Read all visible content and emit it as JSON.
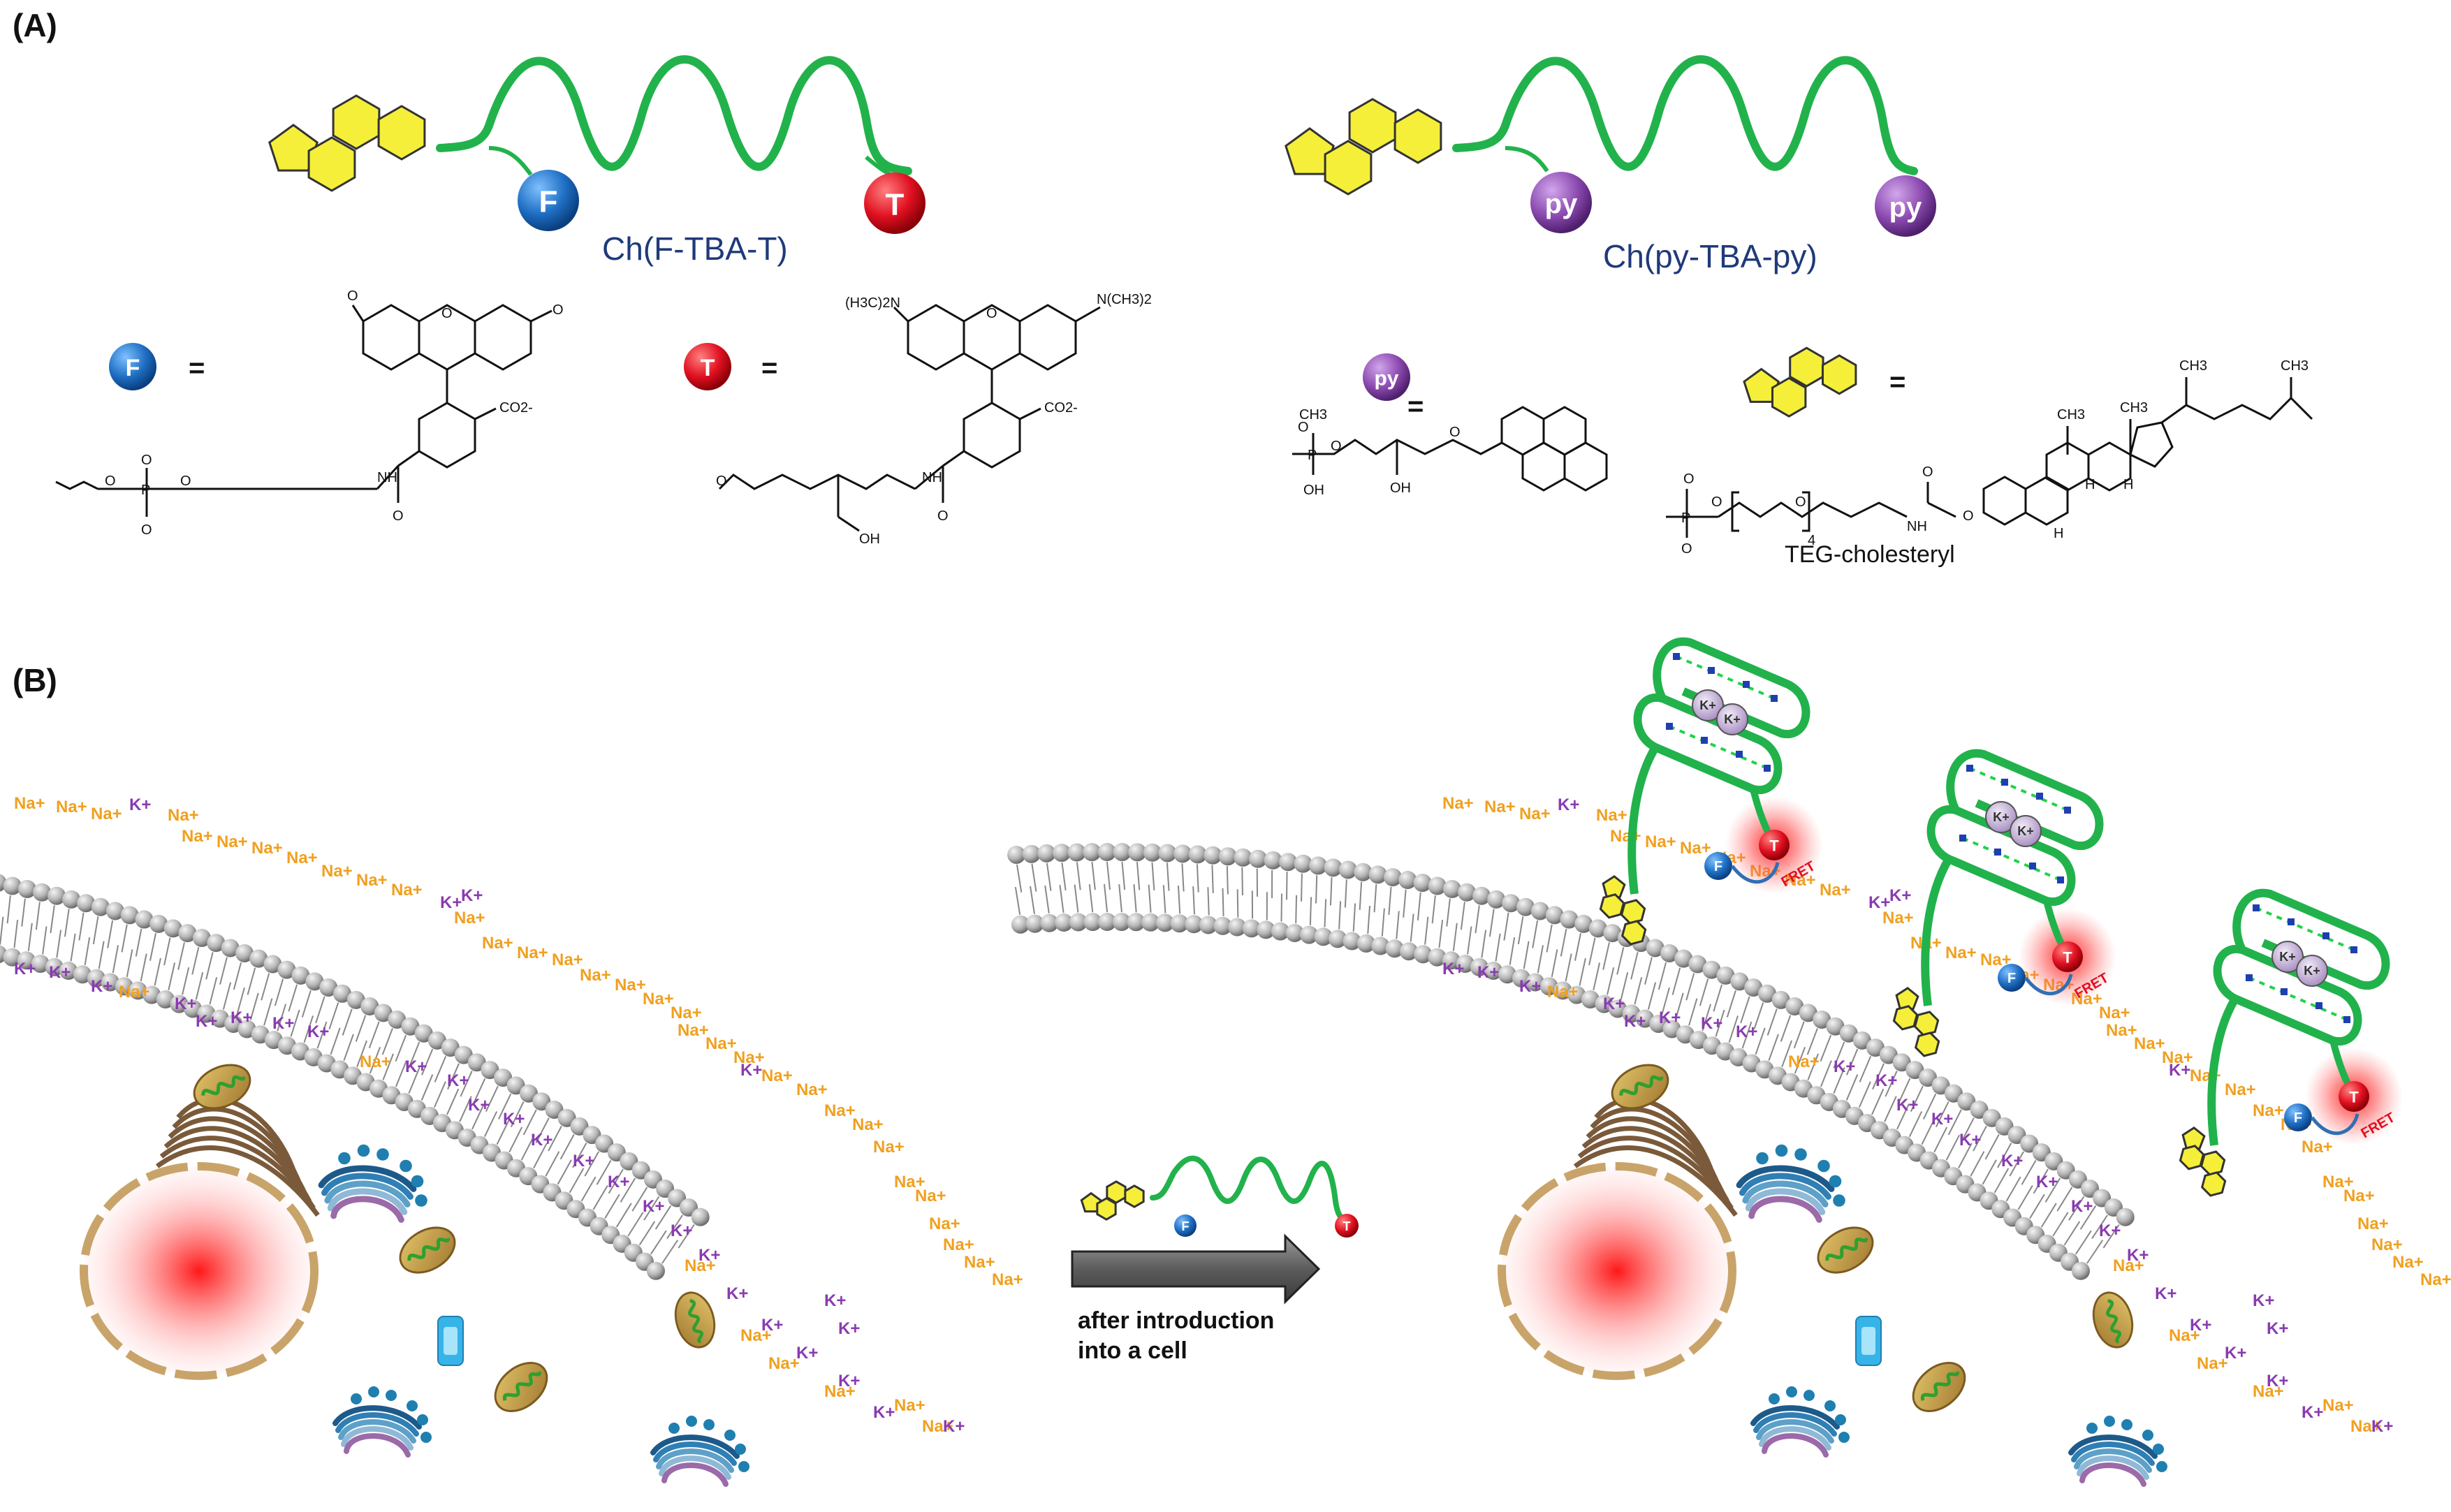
{
  "panel_a": {
    "label": "(A)",
    "construct1": {
      "caption": "Ch(F-TBA-T)",
      "label_5p": "F",
      "label_3p": "T"
    },
    "construct2": {
      "caption": "Ch(py-TBA-py)",
      "label_5p": "py",
      "label_3p": "py"
    },
    "legend": {
      "f_key": "F",
      "t_key": "T",
      "py_key": "py",
      "equals": "=",
      "teg_cholesteryl": "TEG-cholesteryl",
      "amine_t": "(H3C)2N",
      "amine_t2": "N(CH3)2",
      "co2": "CO2-",
      "nh": "NH",
      "oh": "OH",
      "ch3": "CH3",
      "h": "H",
      "o": "O",
      "p": "P",
      "sub4": "4"
    }
  },
  "panel_b": {
    "label": "(B)",
    "arrow_text_line1": "after introduction",
    "arrow_text_line2": "into a cell",
    "small_label_f": "F",
    "small_label_t": "T",
    "ion_na": "Na+",
    "ion_k": "K+",
    "fret": "FRET",
    "k_inside": "K+"
  },
  "colors": {
    "dna": "#22b24c",
    "cholesterol": "#f5ef3a",
    "fluorescein": "#1f6fc4",
    "tamra": "#e01020",
    "pyrene": "#8c4bb0",
    "membrane_head": "#b5b5b5",
    "na": "#f0a020",
    "k": "#8a3bb0"
  }
}
